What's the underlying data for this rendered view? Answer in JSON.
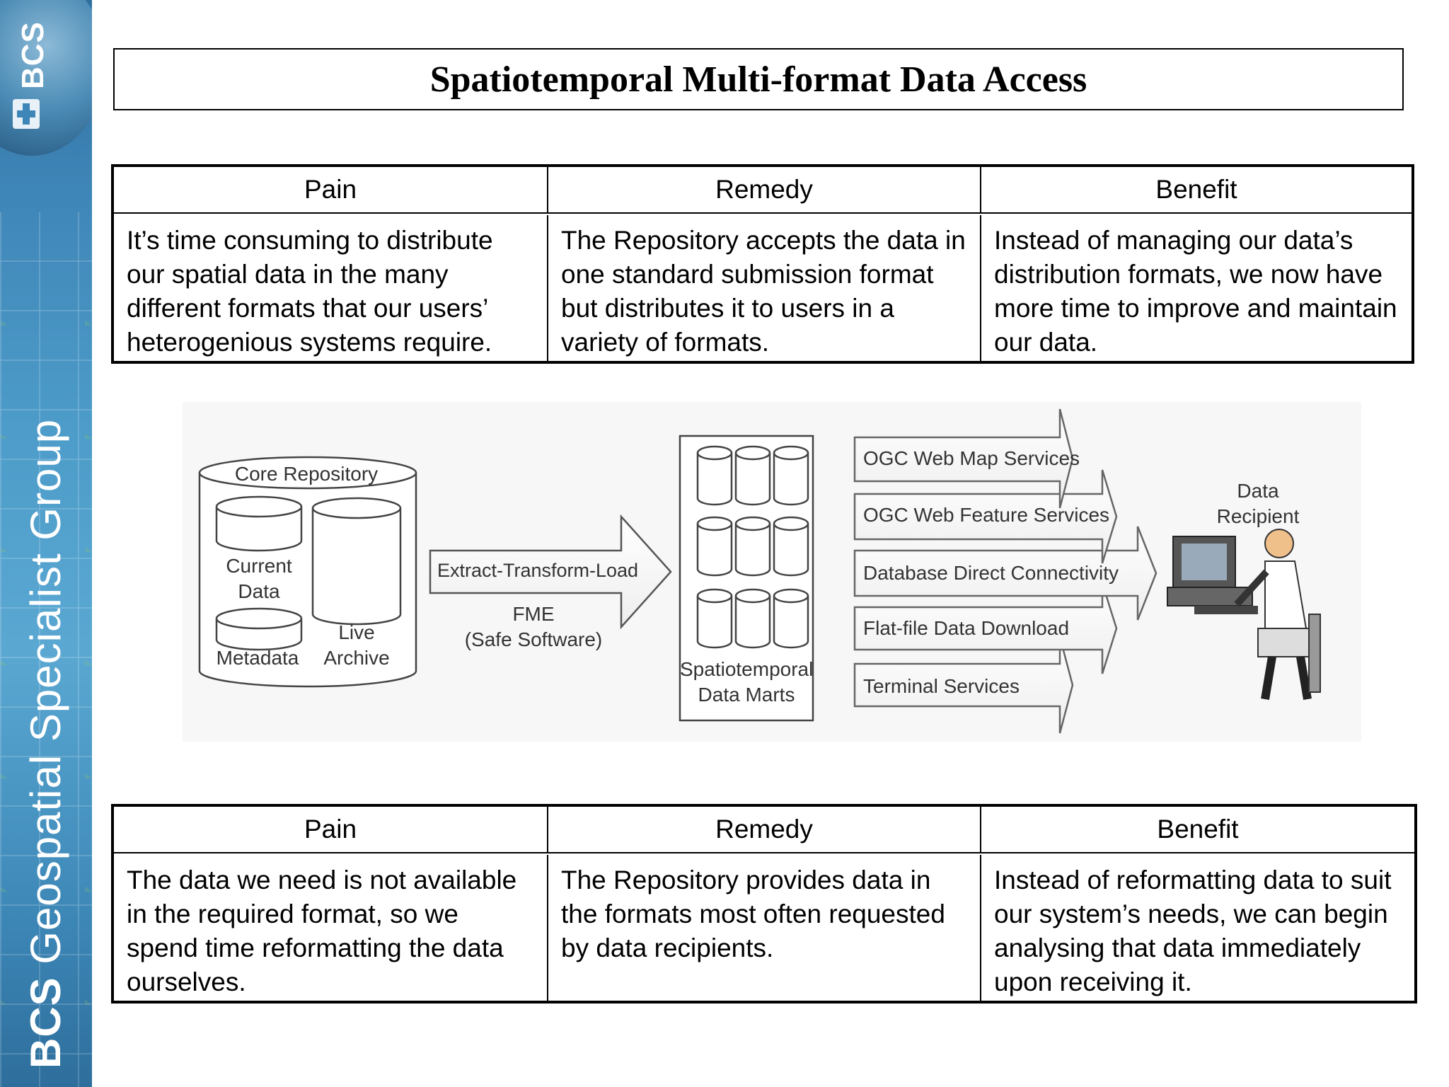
{
  "brand": {
    "short": "BCS",
    "vertical_prefix": "BCS",
    "vertical_text": "Geospatial Specialist Group"
  },
  "title": "Spatiotemporal Multi-format Data Access",
  "table_top": {
    "headers": [
      "Pain",
      "Remedy",
      "Benefit"
    ],
    "cells": [
      "It’s time consuming to distribute our spatial data in the many different formats that our users’ heterogenious systems require.",
      "The Repository accepts the data in one standard submission format but distributes it to users in a variety of formats.",
      "Instead of managing our data’s distribution formats, we now have more time to improve and maintain our data."
    ]
  },
  "table_bottom": {
    "headers": [
      "Pain",
      "Remedy",
      "Benefit"
    ],
    "cells": [
      "The data we need is not available in the required format, so we spend time reformatting the data ourselves.",
      "The Repository provides data in the formats most often requested by data recipients.",
      "Instead of reformatting data to suit our system’s needs, we can begin analysing that data immediately upon receiving it."
    ]
  },
  "diagram": {
    "core_repository": "Core Repository",
    "current_data_line1": "Current",
    "current_data_line2": "Data",
    "metadata": "Metadata",
    "live_archive_line1": "Live",
    "live_archive_line2": "Archive",
    "etl": "Extract-Transform-Load",
    "fme": "FME",
    "safe_software": "(Safe Software)",
    "marts_line1": "Spatiotemporal",
    "marts_line2": "Data Marts",
    "services": [
      "OGC Web Map Services",
      "OGC Web Feature Services",
      "Database Direct Connectivity",
      "Flat-file Data Download",
      "Terminal Services"
    ],
    "recipient_line1": "Data",
    "recipient_line2": "Recipient"
  }
}
